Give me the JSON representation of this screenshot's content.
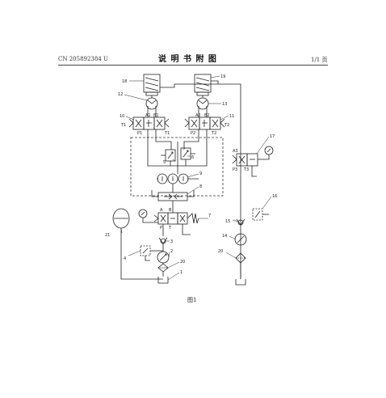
{
  "header": {
    "patent_no": "CN 205892384 U",
    "title": "说 明 书 附 图",
    "page": "1/1 页"
  },
  "figure_caption": "图1",
  "component_labels": {
    "c1": "1",
    "c2": "2",
    "c3": "3",
    "c4": "4",
    "c5": "5",
    "c6": "6",
    "c7": "7",
    "c8": "8",
    "c9": "9",
    "c10": "10",
    "c11": "11",
    "c12": "12",
    "c13": "13",
    "c14": "14",
    "c15": "15",
    "c16": "16",
    "c17": "17",
    "c18": "18",
    "c19": "19",
    "c20": "20",
    "c20b": "20",
    "c21": "21"
  },
  "port_labels": {
    "a1": "A1",
    "b1": "B1",
    "p1": "P1",
    "t1": "T1",
    "t1b": "T1",
    "a2": "A2",
    "b2": "B2",
    "p2": "P2",
    "t2": "T2",
    "t2b": "T2",
    "a3": "A3",
    "p3": "P3",
    "t3": "T3",
    "a": "A",
    "b": "B",
    "p": "P",
    "t": "T"
  },
  "colors": {
    "line": "#222222",
    "dashed": "#333333"
  }
}
